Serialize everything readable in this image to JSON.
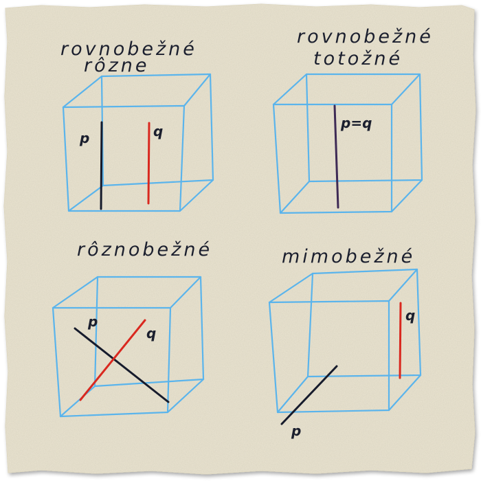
{
  "colors": {
    "paper": "#ebe5d2",
    "paper_edge": "#d8d0b6",
    "cube": "#5ab4ec",
    "line_p": "#161b2c",
    "line_q": "#d9281f",
    "line_identical": "#3e2a55",
    "ink": "#1b1f2e"
  },
  "panels": {
    "top_left": {
      "title_line1": "rovnobežné",
      "title_line2": "rôzne",
      "label_p": "p",
      "label_q": "q"
    },
    "top_right": {
      "title_line1": "rovnobežné",
      "title_line2": "totožné",
      "label_pq": "p=q"
    },
    "bottom_left": {
      "title_line1": "rôznobežné",
      "label_p": "p",
      "label_q": "q"
    },
    "bottom_right": {
      "title_line1": "mimobežné",
      "label_p": "p",
      "label_q": "q"
    }
  }
}
